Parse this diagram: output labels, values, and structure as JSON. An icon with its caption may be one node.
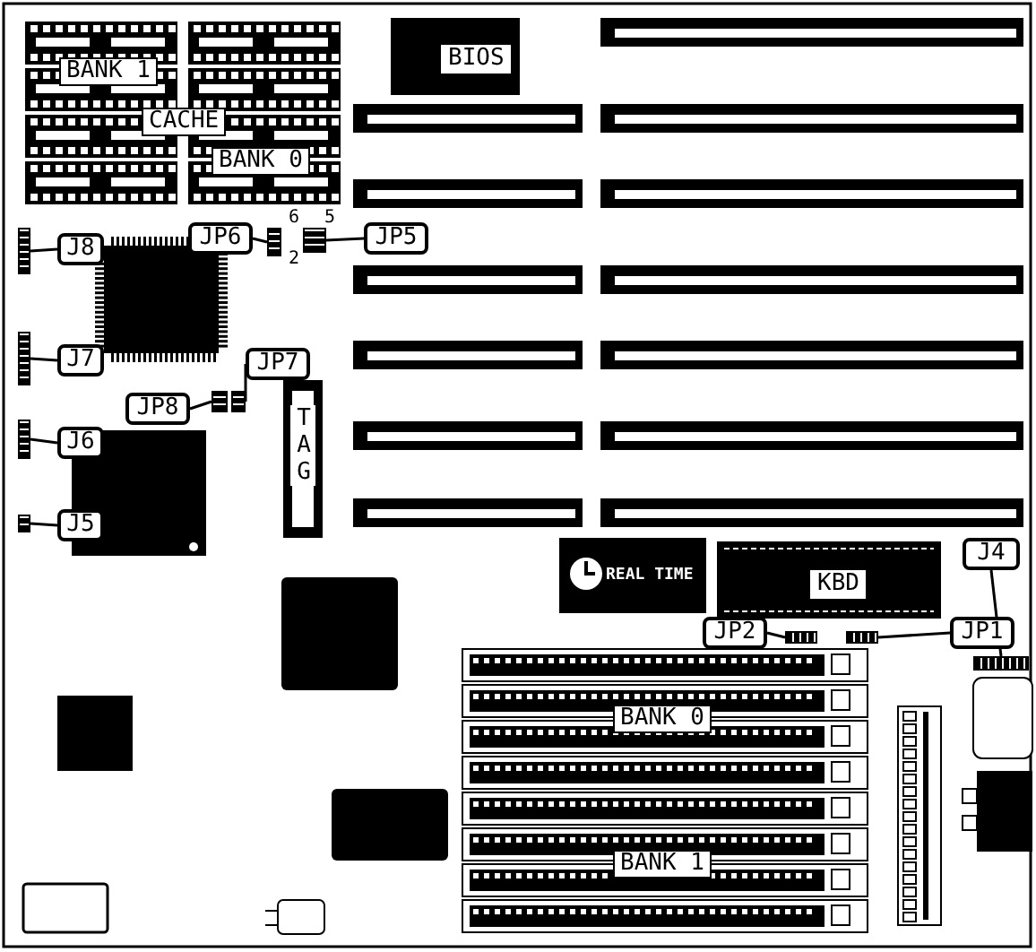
{
  "diagram": {
    "nodes": [
      {
        "text": [
          "J8"
        ]
      },
      {
        "text": [],
        "shape": "box"
      },
      {
        "text": [
          "JP6"
        ]
      },
      {
        "text": [],
        "shape": "box"
      },
      {
        "text": [
          "JP5"
        ]
      },
      {
        "text": [],
        "shape": "box"
      },
      {
        "text": [
          "J7"
        ]
      },
      {
        "text": [],
        "shape": "box"
      },
      {
        "text": [
          "JP7"
        ]
      },
      {
        "text": [],
        "shape": "box"
      },
      {
        "text": [
          "JP8"
        ]
      },
      {
        "text": [],
        "shape": "box"
      },
      {
        "text": [
          "J6"
        ]
      },
      {
        "text": [],
        "shape": "box"
      },
      {
        "text": [
          "J5"
        ]
      },
      {
        "text": [],
        "shape": "box"
      },
      {
        "text": [
          "JP2"
        ]
      },
      {
        "text": [],
        "shape": "box"
      },
      {
        "text": [
          "JP1"
        ]
      },
      {
        "text": [],
        "shape": "box"
      },
      {
        "text": [
          "J4"
        ]
      },
      {
        "text": [],
        "shape": "box"
      }
    ],
    "edges": [
      {
        "from": 0,
        "to": 1,
        "arrow": "none"
      },
      {
        "from": 2,
        "to": 3,
        "arrow": "none"
      },
      {
        "from": 4,
        "to": 5,
        "arrow": "none"
      },
      {
        "from": 6,
        "to": 7,
        "arrow": "none"
      },
      {
        "from": 8,
        "to": 9,
        "arrow": "none"
      },
      {
        "from": 10,
        "to": 11,
        "arrow": "none"
      },
      {
        "from": 12,
        "to": 13,
        "arrow": "none"
      },
      {
        "from": 14,
        "to": 15,
        "arrow": "none"
      },
      {
        "from": 16,
        "to": 17,
        "arrow": "none"
      },
      {
        "from": 18,
        "to": 19,
        "arrow": "none"
      },
      {
        "from": 20,
        "to": 21,
        "arrow": "none"
      }
    ],
    "labels": [
      "BANK 1",
      "CACHE",
      "BANK 0",
      "BIOS",
      "6",
      "2",
      "5",
      "TAG",
      "REAL TIME",
      "KBD",
      "BANK 0",
      "BANK 1"
    ]
  }
}
